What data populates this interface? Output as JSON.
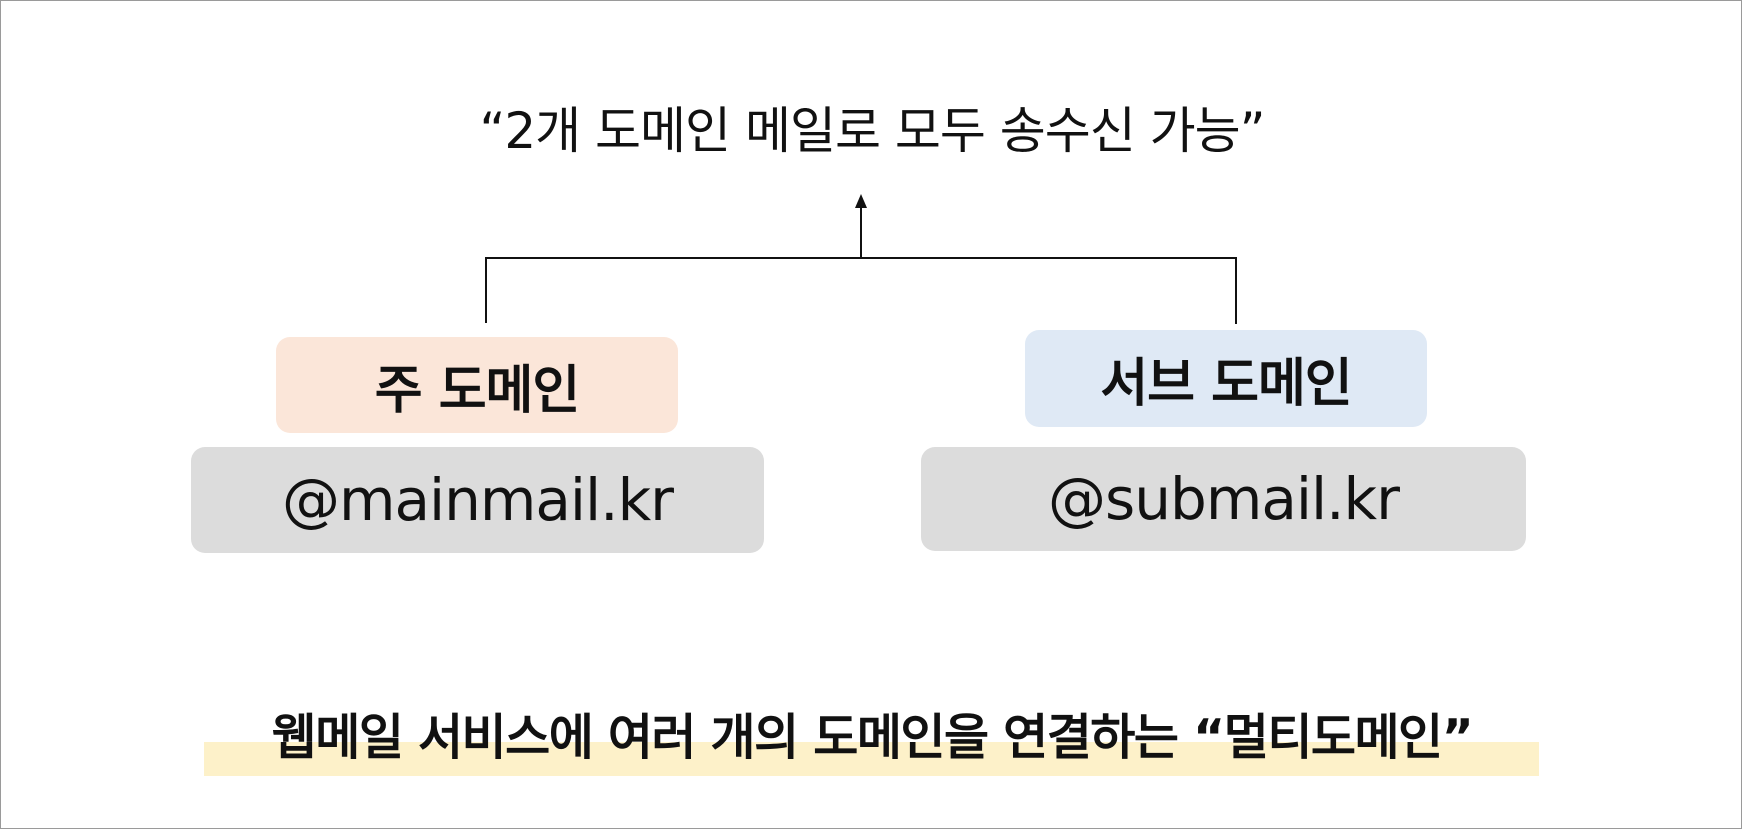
{
  "headline": "“2개 도메인 메일로 모두 송수신 가능”",
  "main_domain": {
    "label": "주 도메인",
    "address": "@mainmail.kr"
  },
  "sub_domain": {
    "label": "서브 도메인",
    "address": "@submail.kr"
  },
  "caption": "웹메일 서비스에 여러 개의 도메인을 연결하는 “멀티도메인”",
  "colors": {
    "main_label_bg": "#fbe6d9",
    "sub_label_bg": "#dfe9f5",
    "address_bg": "#dcdcdc",
    "caption_highlight": "#fdf1c9",
    "line": "#111111"
  }
}
